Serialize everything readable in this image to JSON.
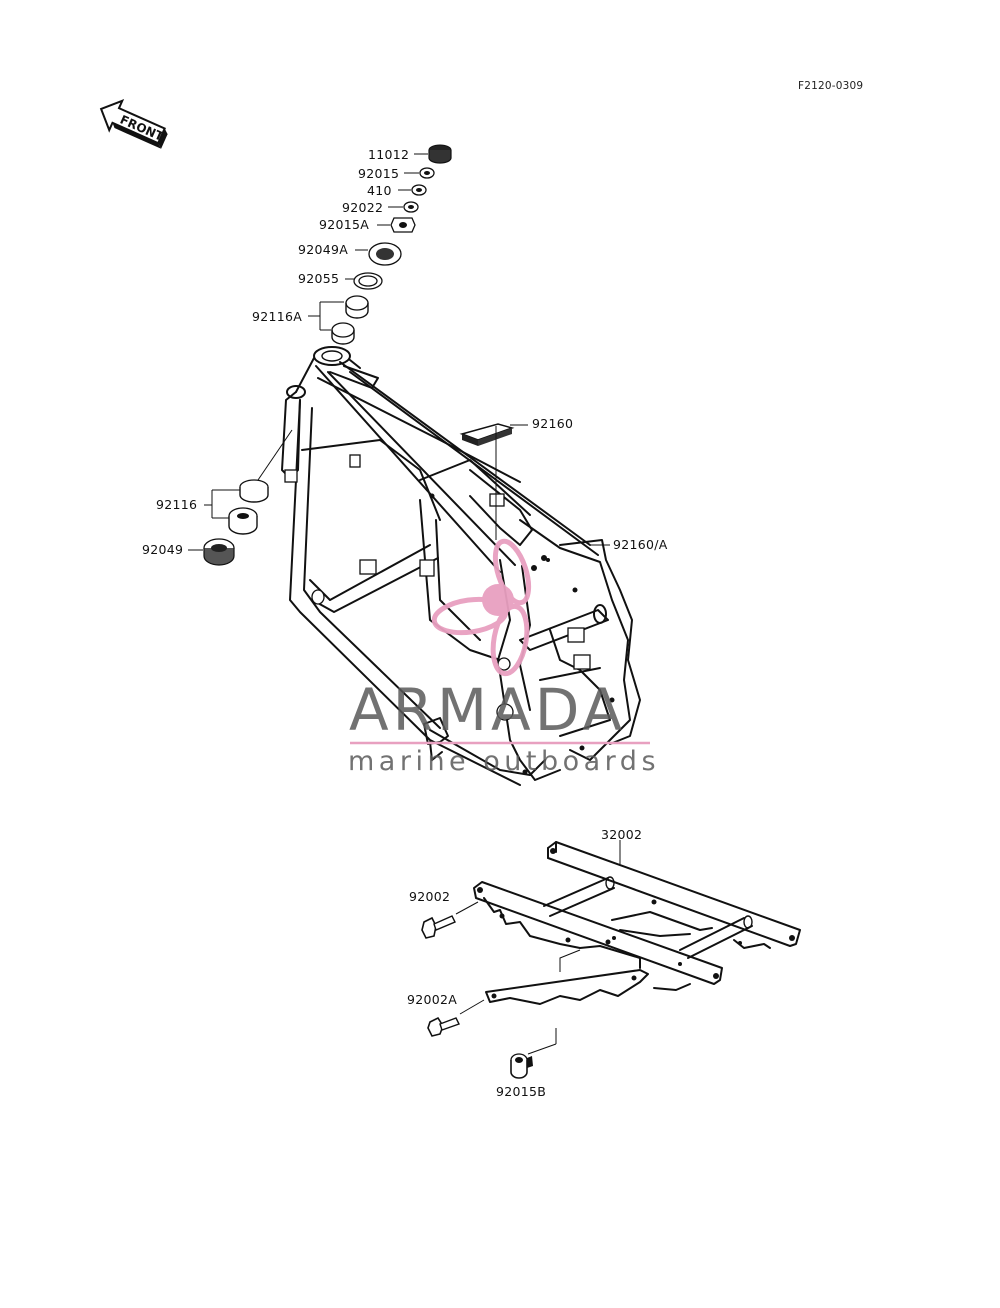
{
  "diagram": {
    "code": "F2120-0309",
    "front_label": "FRONT",
    "parts": [
      {
        "id": "11012",
        "label": "11012"
      },
      {
        "id": "92015",
        "label": "92015"
      },
      {
        "id": "410",
        "label": "410"
      },
      {
        "id": "92022",
        "label": "92022"
      },
      {
        "id": "92015A",
        "label": "92015A"
      },
      {
        "id": "92049A",
        "label": "92049A"
      },
      {
        "id": "92055",
        "label": "92055"
      },
      {
        "id": "92116A",
        "label": "92116A"
      },
      {
        "id": "92160",
        "label": "92160"
      },
      {
        "id": "92160A",
        "label": "92160/A"
      },
      {
        "id": "92116",
        "label": "92116"
      },
      {
        "id": "92049",
        "label": "92049"
      },
      {
        "id": "32002",
        "label": "32002"
      },
      {
        "id": "92002",
        "label": "92002"
      },
      {
        "id": "92002A",
        "label": "92002A"
      },
      {
        "id": "92015B",
        "label": "92015B"
      }
    ]
  },
  "watermark": {
    "brand": "ARMADA",
    "tagline": "marine outboards",
    "color": "#e8a0c0"
  }
}
